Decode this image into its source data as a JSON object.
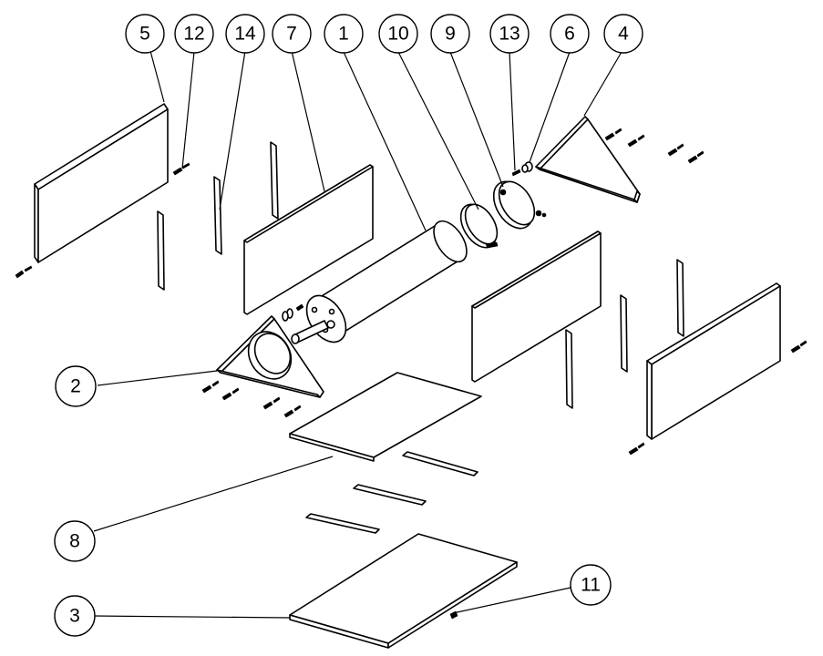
{
  "diagram": {
    "callouts": [
      {
        "id": "c5",
        "label": "5"
      },
      {
        "id": "c12",
        "label": "12"
      },
      {
        "id": "c14",
        "label": "14"
      },
      {
        "id": "c7",
        "label": "7"
      },
      {
        "id": "c1",
        "label": "1"
      },
      {
        "id": "c10",
        "label": "10"
      },
      {
        "id": "c9",
        "label": "9"
      },
      {
        "id": "c13",
        "label": "13"
      },
      {
        "id": "c6",
        "label": "6"
      },
      {
        "id": "c4",
        "label": "4"
      },
      {
        "id": "c2",
        "label": "2"
      },
      {
        "id": "c8",
        "label": "8"
      },
      {
        "id": "c3",
        "label": "3"
      },
      {
        "id": "c11",
        "label": "11"
      }
    ],
    "colors": {
      "line": "#000000",
      "background": "#ffffff"
    }
  }
}
